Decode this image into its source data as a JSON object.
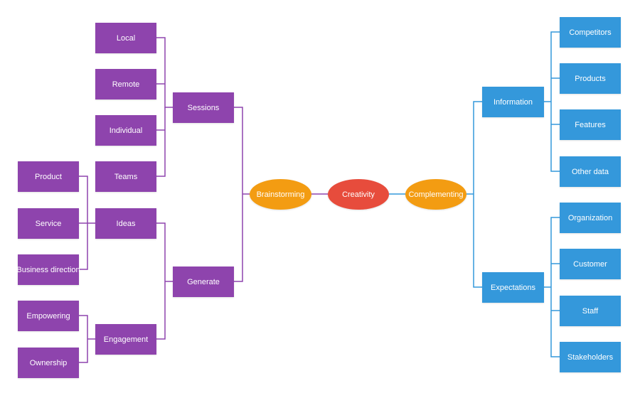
{
  "colors": {
    "left_branch": "#8e44ad",
    "right_branch": "#3498db",
    "center": "#e74c3c",
    "secondary": "#f39c12"
  },
  "nodes": {
    "creativity": "Creativity",
    "brainstorming": "Brainstorming",
    "complementing": "Complementing",
    "sessions": "Sessions",
    "generate": "Generate",
    "local": "Local",
    "remote": "Remote",
    "individual": "Individual",
    "teams": "Teams",
    "ideas": "Ideas",
    "engagement": "Engagement",
    "product": "Product",
    "service": "Service",
    "business_direction": "Business direction",
    "empowering": "Empowering",
    "ownership": "Ownership",
    "information": "Information",
    "expectations": "Expectations",
    "competitors": "Competitors",
    "products": "Products",
    "features": "Features",
    "other_data": "Other data",
    "organization": "Organization",
    "customer": "Customer",
    "staff": "Staff",
    "stakeholders": "Stakeholders"
  }
}
